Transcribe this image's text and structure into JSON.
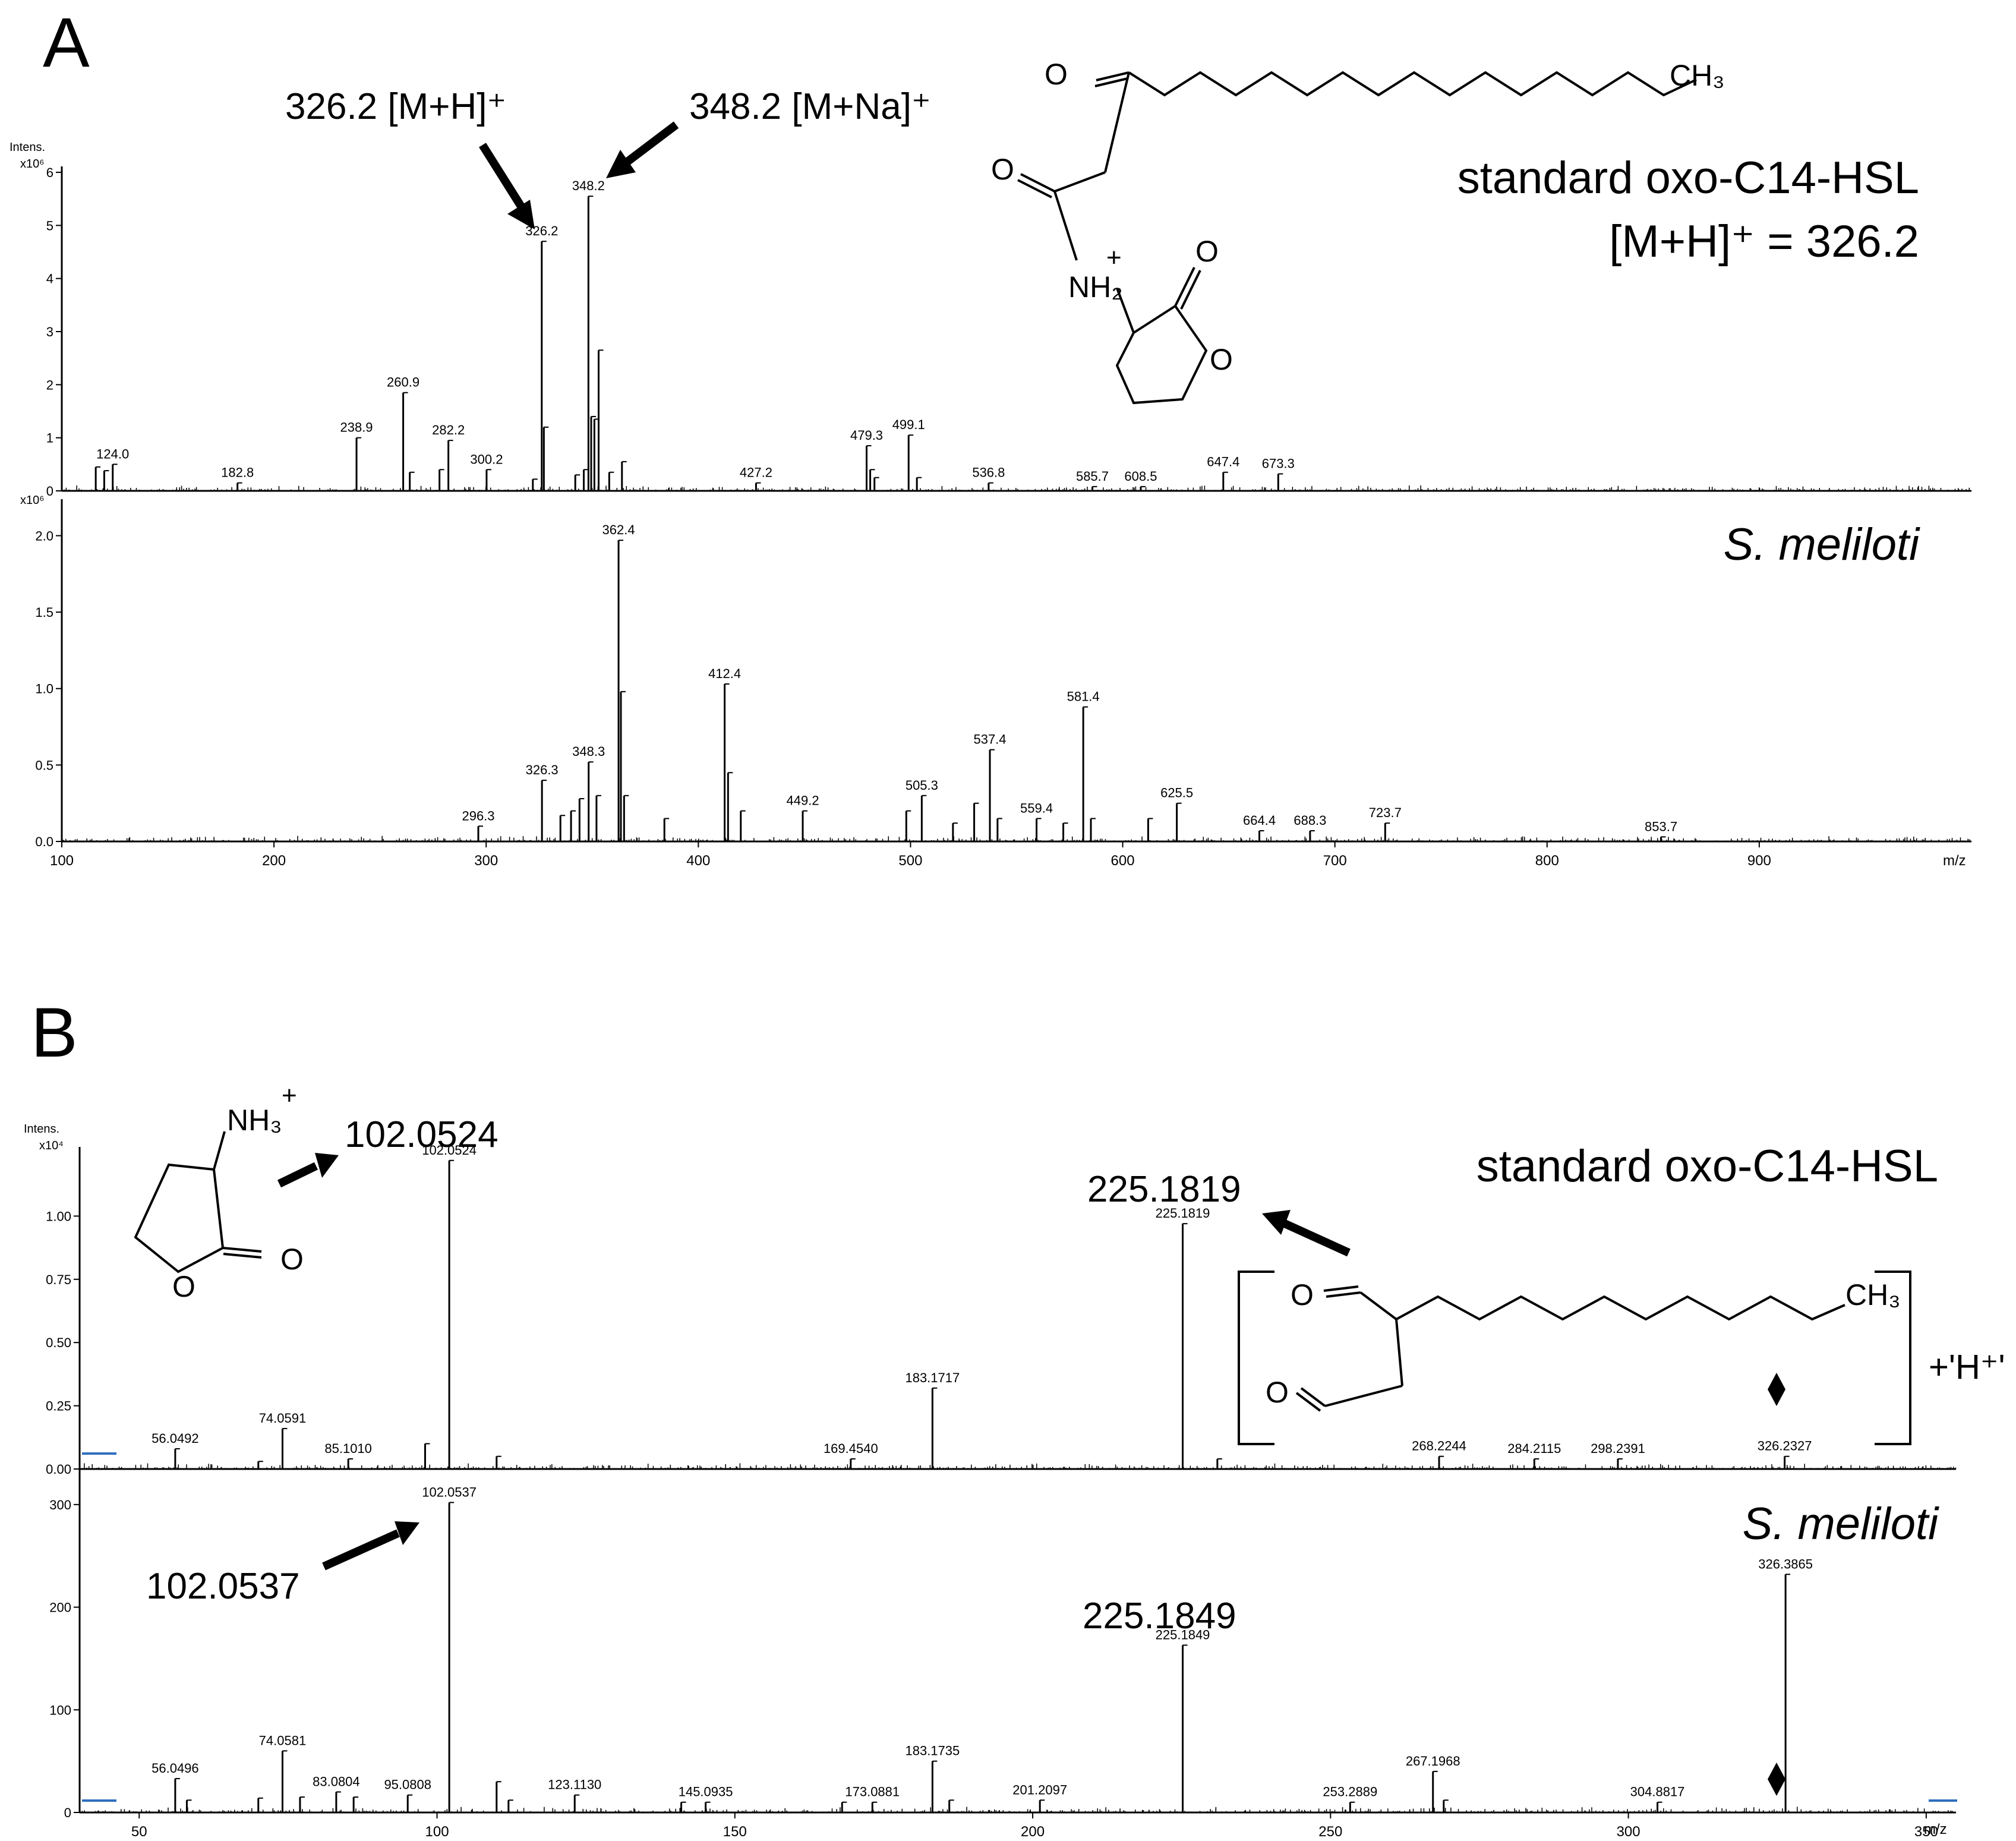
{
  "panels": {
    "A": {
      "letter": "A",
      "ylabel": "Intens.",
      "xunit": "m/z"
    },
    "B": {
      "letter": "B",
      "ylabel": "Intens.",
      "xunit": "m/z"
    }
  },
  "chart_data": [
    {
      "id": "A_top",
      "panel": "A",
      "type": "bar",
      "title": "standard oxo-C14-HSL",
      "subtitle": "[M+H]⁺ = 326.2",
      "ylabel": "Intens.",
      "yscale_label": "x10⁶",
      "xlim": [
        100,
        1000
      ],
      "ylim": [
        0,
        6
      ],
      "yticks": [
        0,
        1,
        2,
        3,
        4,
        5,
        6
      ],
      "peaks": [
        {
          "mz": 116,
          "y": 0.45
        },
        {
          "mz": 120,
          "y": 0.38
        },
        {
          "mz": 124.0,
          "y": 0.5,
          "label": "124.0"
        },
        {
          "mz": 182.8,
          "y": 0.15,
          "label": "182.8"
        },
        {
          "mz": 238.9,
          "y": 1.0,
          "label": "238.9"
        },
        {
          "mz": 260.9,
          "y": 1.85,
          "label": "260.9"
        },
        {
          "mz": 264,
          "y": 0.35
        },
        {
          "mz": 278,
          "y": 0.4
        },
        {
          "mz": 282.2,
          "y": 0.95,
          "label": "282.2"
        },
        {
          "mz": 300.2,
          "y": 0.4,
          "label": "300.2"
        },
        {
          "mz": 322,
          "y": 0.22
        },
        {
          "mz": 326.2,
          "y": 4.7,
          "label": "326.2"
        },
        {
          "mz": 327.2,
          "y": 1.2
        },
        {
          "mz": 342,
          "y": 0.3
        },
        {
          "mz": 346,
          "y": 0.4
        },
        {
          "mz": 348.2,
          "y": 5.55,
          "label": "348.2"
        },
        {
          "mz": 349.5,
          "y": 1.4
        },
        {
          "mz": 351,
          "y": 1.35
        },
        {
          "mz": 353,
          "y": 2.65
        },
        {
          "mz": 358,
          "y": 0.35
        },
        {
          "mz": 364,
          "y": 0.55
        },
        {
          "mz": 427.2,
          "y": 0.15,
          "label": "427.2"
        },
        {
          "mz": 479.3,
          "y": 0.85,
          "label": "479.3"
        },
        {
          "mz": 481,
          "y": 0.4
        },
        {
          "mz": 483,
          "y": 0.25
        },
        {
          "mz": 499.1,
          "y": 1.05,
          "label": "499.1"
        },
        {
          "mz": 503,
          "y": 0.25
        },
        {
          "mz": 536.8,
          "y": 0.15,
          "label": "536.8"
        },
        {
          "mz": 585.7,
          "y": 0.08,
          "label": "585.7"
        },
        {
          "mz": 608.5,
          "y": 0.08,
          "label": "608.5"
        },
        {
          "mz": 647.4,
          "y": 0.35,
          "label": "647.4"
        },
        {
          "mz": 673.3,
          "y": 0.32,
          "label": "673.3"
        }
      ]
    },
    {
      "id": "A_bottom",
      "panel": "A",
      "type": "bar",
      "title": "S. meliloti",
      "ylabel": "Intens.",
      "yscale_label": "x10⁶",
      "xlabel": "m/z",
      "xlim": [
        100,
        1000
      ],
      "ylim": [
        0,
        2.2
      ],
      "yticks": [
        0.0,
        0.5,
        1.0,
        1.5,
        2.0
      ],
      "xticks": [
        100,
        200,
        300,
        400,
        500,
        600,
        700,
        800,
        900
      ],
      "peaks": [
        {
          "mz": 296.3,
          "y": 0.1,
          "label": "296.3"
        },
        {
          "mz": 326.3,
          "y": 0.4,
          "label": "326.3"
        },
        {
          "mz": 335,
          "y": 0.17
        },
        {
          "mz": 340,
          "y": 0.2
        },
        {
          "mz": 344,
          "y": 0.28
        },
        {
          "mz": 348.3,
          "y": 0.52,
          "label": "348.3"
        },
        {
          "mz": 352,
          "y": 0.3
        },
        {
          "mz": 362.4,
          "y": 1.97,
          "label": "362.4"
        },
        {
          "mz": 363.5,
          "y": 0.98
        },
        {
          "mz": 365,
          "y": 0.3
        },
        {
          "mz": 384,
          "y": 0.15
        },
        {
          "mz": 412.4,
          "y": 1.03,
          "label": "412.4"
        },
        {
          "mz": 414,
          "y": 0.45
        },
        {
          "mz": 420,
          "y": 0.2
        },
        {
          "mz": 449.2,
          "y": 0.2,
          "label": "449.2"
        },
        {
          "mz": 498,
          "y": 0.2
        },
        {
          "mz": 505.3,
          "y": 0.3,
          "label": "505.3"
        },
        {
          "mz": 520,
          "y": 0.12
        },
        {
          "mz": 530,
          "y": 0.25
        },
        {
          "mz": 537.4,
          "y": 0.6,
          "label": "537.4"
        },
        {
          "mz": 541,
          "y": 0.15
        },
        {
          "mz": 559.4,
          "y": 0.15,
          "label": "559.4"
        },
        {
          "mz": 572,
          "y": 0.12
        },
        {
          "mz": 581.4,
          "y": 0.88,
          "label": "581.4"
        },
        {
          "mz": 585,
          "y": 0.15
        },
        {
          "mz": 612,
          "y": 0.15
        },
        {
          "mz": 625.5,
          "y": 0.25,
          "label": "625.5"
        },
        {
          "mz": 664.4,
          "y": 0.07,
          "label": "664.4"
        },
        {
          "mz": 688.3,
          "y": 0.07,
          "label": "688.3"
        },
        {
          "mz": 723.7,
          "y": 0.12,
          "label": "723.7"
        },
        {
          "mz": 853.7,
          "y": 0.03,
          "label": "853.7"
        }
      ]
    },
    {
      "id": "B_top",
      "panel": "B",
      "type": "bar",
      "title": "standard oxo-C14-HSL",
      "ylabel": "Intens.",
      "yscale_label": "x10⁴",
      "xlim": [
        40,
        355
      ],
      "ylim": [
        0,
        1.25
      ],
      "yticks": [
        0.0,
        0.25,
        0.5,
        0.75,
        1.0
      ],
      "peaks": [
        {
          "mz": 56.0492,
          "y": 0.08,
          "label": "56.0492"
        },
        {
          "mz": 70,
          "y": 0.03
        },
        {
          "mz": 74.0591,
          "y": 0.16,
          "label": "74.0591"
        },
        {
          "mz": 85.101,
          "y": 0.04,
          "label": "85.1010"
        },
        {
          "mz": 98,
          "y": 0.1
        },
        {
          "mz": 102.0524,
          "y": 1.22,
          "label": "102.0524"
        },
        {
          "mz": 110,
          "y": 0.05
        },
        {
          "mz": 169.454,
          "y": 0.04,
          "label": "169.4540"
        },
        {
          "mz": 183.1717,
          "y": 0.32,
          "label": "183.1717"
        },
        {
          "mz": 225.1819,
          "y": 0.97,
          "label": "225.1819"
        },
        {
          "mz": 231,
          "y": 0.04
        },
        {
          "mz": 268.2244,
          "y": 0.05,
          "label": "268.2244"
        },
        {
          "mz": 284.2115,
          "y": 0.04,
          "label": "284.2115"
        },
        {
          "mz": 298.2391,
          "y": 0.04,
          "label": "298.2391"
        },
        {
          "mz": 326.2327,
          "y": 0.05,
          "label": "326.2327"
        }
      ]
    },
    {
      "id": "B_bottom",
      "panel": "B",
      "type": "bar",
      "title": "S. meliloti",
      "ylabel": "Intens.",
      "xlabel": "m/z",
      "xlim": [
        40,
        355
      ],
      "ylim": [
        0,
        330
      ],
      "yticks": [
        0,
        100,
        200,
        300
      ],
      "xticks": [
        50,
        100,
        150,
        200,
        250,
        300,
        350
      ],
      "peaks": [
        {
          "mz": 56.0496,
          "y": 33,
          "label": "56.0496"
        },
        {
          "mz": 58,
          "y": 12
        },
        {
          "mz": 70,
          "y": 14
        },
        {
          "mz": 74.0581,
          "y": 60,
          "label": "74.0581"
        },
        {
          "mz": 77,
          "y": 15
        },
        {
          "mz": 83.0804,
          "y": 20,
          "label": "83.0804"
        },
        {
          "mz": 86,
          "y": 15
        },
        {
          "mz": 95.0808,
          "y": 17,
          "label": "95.0808"
        },
        {
          "mz": 102.0537,
          "y": 302,
          "label": "102.0537"
        },
        {
          "mz": 110,
          "y": 30
        },
        {
          "mz": 112,
          "y": 12
        },
        {
          "mz": 123.113,
          "y": 17,
          "label": "123.1130"
        },
        {
          "mz": 141,
          "y": 10
        },
        {
          "mz": 145.0935,
          "y": 10,
          "label": "145.0935"
        },
        {
          "mz": 168,
          "y": 10
        },
        {
          "mz": 173.0881,
          "y": 10,
          "label": "173.0881"
        },
        {
          "mz": 183.1735,
          "y": 50,
          "label": "183.1735"
        },
        {
          "mz": 186,
          "y": 12
        },
        {
          "mz": 201.2097,
          "y": 12,
          "label": "201.2097"
        },
        {
          "mz": 225.1849,
          "y": 163,
          "label": "225.1849"
        },
        {
          "mz": 253.2889,
          "y": 10,
          "label": "253.2889"
        },
        {
          "mz": 267.1968,
          "y": 40,
          "label": "267.1968"
        },
        {
          "mz": 269,
          "y": 12
        },
        {
          "mz": 304.8817,
          "y": 10,
          "label": "304.8817"
        },
        {
          "mz": 326.3865,
          "y": 232,
          "label": "326.3865"
        }
      ]
    }
  ],
  "annotations": {
    "A": {
      "mh_label": "326.2 [M+H]⁺",
      "mna_label": "348.2 [M+Na]⁺",
      "molecule_A": {
        "O_keto": "O",
        "O_amide": "O",
        "O_lactone": "O",
        "O_ring": "O",
        "NH2": "NH₂",
        "plus": "+",
        "CH3": "CH₃"
      }
    },
    "B": {
      "label_102_top": "102.0524",
      "label_225_top": "225.1819",
      "label_102_bottom": "102.0537",
      "label_225_bottom": "225.1849",
      "bracket_suffix": "+'H⁺'",
      "molecule_lactone": {
        "NH3": "NH₃",
        "plus": "+",
        "O_ring": "O",
        "O_carbonyl": "O"
      },
      "molecule_acyl": {
        "O_keto": "O",
        "O_ald": "O",
        "CH3": "CH₃"
      }
    }
  }
}
